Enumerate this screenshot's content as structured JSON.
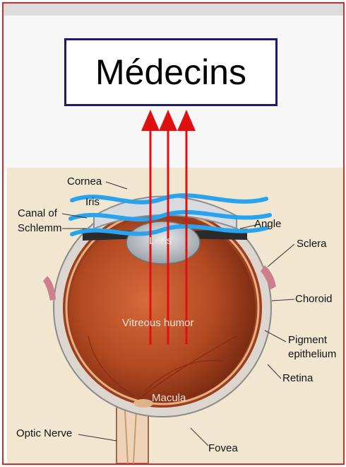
{
  "title": "Médecins",
  "labels": {
    "cornea": "Cornea",
    "iris": "Iris",
    "canal_line1": "Canal of",
    "canal_line2": "Schlemm",
    "angle": "Angle",
    "lens": "Lens",
    "sclera": "Sclera",
    "choroid": "Choroid",
    "pigment_line1": "Pigment",
    "pigment_line2": "epithelium",
    "retina": "Retina",
    "vitreous": "Vitreous humor",
    "macula": "Macula",
    "optic_nerve": "Optic Nerve",
    "fovea": "Fovea"
  },
  "colors": {
    "frame": "#d42a2a",
    "title_border": "#1c1c6e",
    "arrow": "#e01010",
    "wave": "#2aa3ee"
  }
}
